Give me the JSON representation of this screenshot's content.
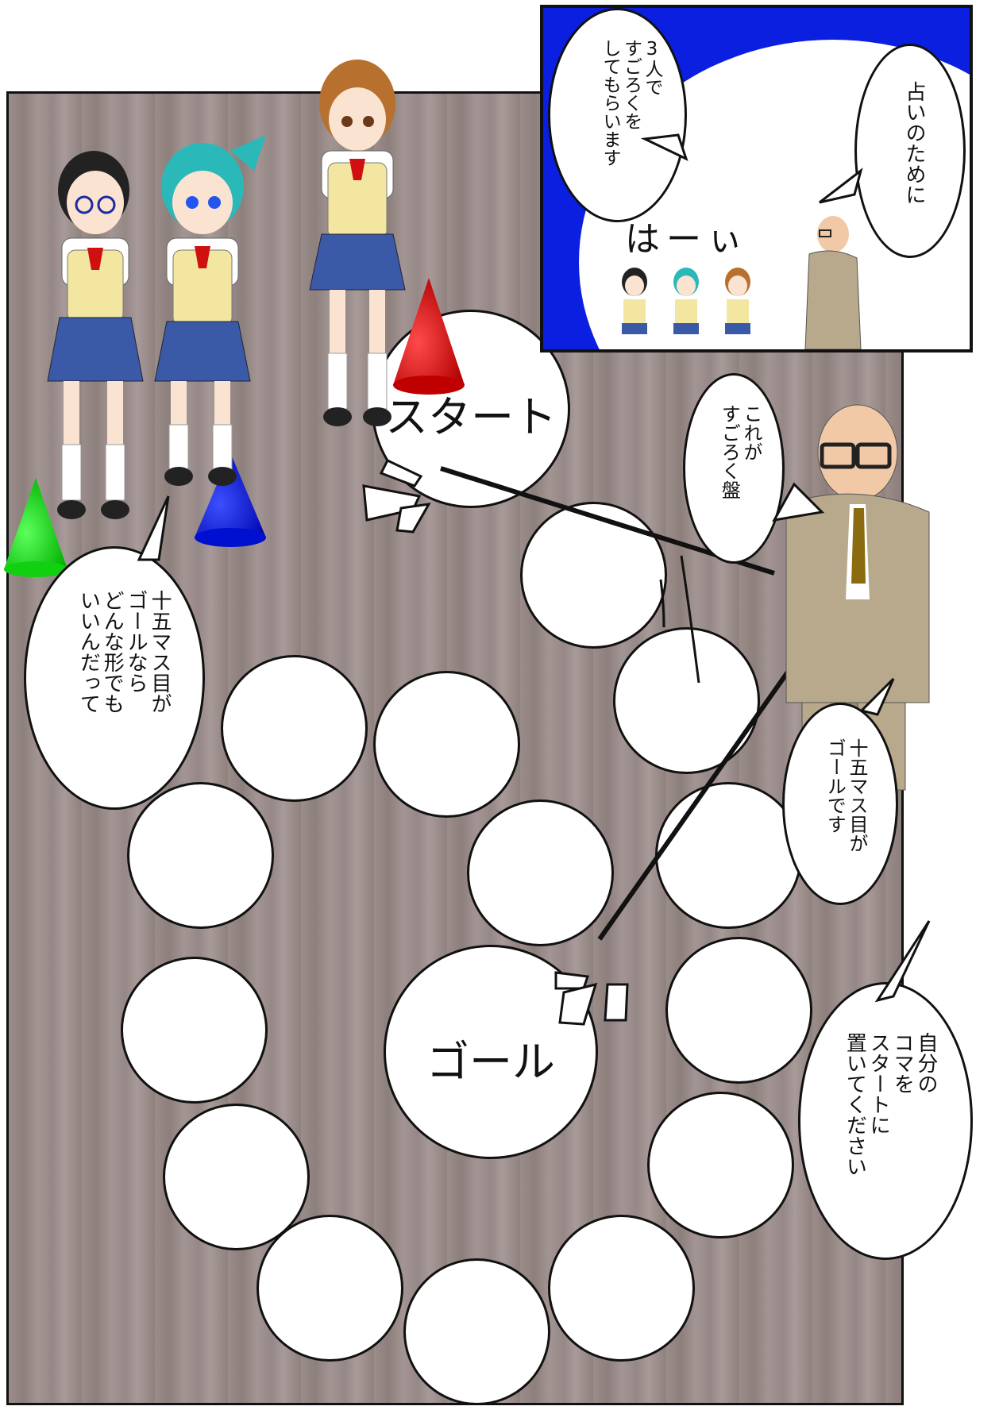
{
  "inset": {
    "narration_left": "3人で\nすごろくを\nしてもらいます",
    "narration_right": "占いのために",
    "chorus": "はーぃ"
  },
  "board": {
    "start_label": "スタート",
    "goal_label": "ゴール"
  },
  "speech": {
    "teacher_board": "これが\nすごろく盤",
    "teacher_goal": "十五マス目が\nゴールです",
    "teacher_place": "自分の\nコマを\nスタートに\n置いてください",
    "girl_shape": "十五マス目が\nゴールなら\nどんな形でも\nいいんだって"
  },
  "pieces": [
    {
      "name": "red-cone",
      "color": "#e00000"
    },
    {
      "name": "blue-cone",
      "color": "#0010e0"
    },
    {
      "name": "green-cone",
      "color": "#10e010"
    }
  ],
  "colors": {
    "curtain": "#9a8d8a",
    "inset_sky": "#0a1fe0",
    "uniform_vest": "#f3e6a0",
    "skirt": "#3a5aa8",
    "suit": "#b8a88c"
  }
}
